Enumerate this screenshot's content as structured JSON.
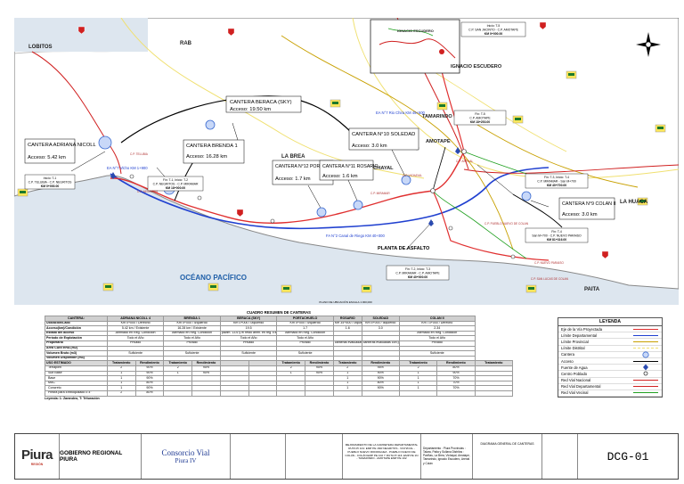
{
  "map": {
    "places": {
      "lobitos": "LOBITOS",
      "rab": "RAB",
      "ignacio": "IGNACIO ESCUDERO",
      "tamarindo": "TAMARINDO",
      "amotape": "AMOTAPE",
      "labrea": "LA BREA",
      "vichayal": "VICHAYAL",
      "lahuaca": "LA HUACA",
      "paita": "PAITA",
      "ocean": "OCÉANO PACÍFICO"
    },
    "quarries": [
      {
        "name": "CANTERA ADRIANA NICOLL",
        "access": "Acceso: 5.42 km"
      },
      {
        "name": "CANTERA BERACA (SKY)",
        "access": "Acceso: 19.50 km"
      },
      {
        "name": "CANTERA BRENDA 1",
        "access": "Acceso: 16.28 km"
      },
      {
        "name": "CANTERA N°12 PORTACHUELO",
        "access": "Acceso: 1.7 km"
      },
      {
        "name": "CANTERA N°11 ROSARIO",
        "access": "Acceso: 1.6 km"
      },
      {
        "name": "CANTERA N°10 SOLEDAD",
        "access": "Acceso: 3.0 km"
      },
      {
        "name": "CANTERA N°9 COLAN II",
        "access": "Acceso: 3.0 km"
      }
    ],
    "plant": "PLANTA DE ASFALTO",
    "section_labels": [
      {
        "l1": "Inicio: T-1",
        "l2": "C.P. TELUBIA - C.P. NEGRITOS",
        "km": "KM 0+000.00"
      },
      {
        "l1": "Fin: T-1, Inicio: T-2",
        "l2": "C.P. NEGRITOS - C.P. MIRAMAR",
        "km": "KM 18+000.00"
      },
      {
        "l1": "Inicio: T-5",
        "l2": "C.P. SAN JACINTO - C.P. AMOTAPE",
        "km": "KM 0+000.00"
      },
      {
        "l1": "Fin: T-5",
        "l2": "C.P. AMOTAPE",
        "km": "KM 18+253.00"
      },
      {
        "l1": "Fin: T-3, Inicio: T-4",
        "l2": "C.P. MIRAMAR - San M+700",
        "km": "KM 40+700.00"
      },
      {
        "l1": "Fin: T-4",
        "l2": "San M+700 - C.P. NUEVO PARAISO",
        "km": "KM 81+316.00"
      },
      {
        "l1": "Fin: T-2, Inicio: T-3",
        "l2": "C.P. MIRAMAR - C.P. AMOTAPE",
        "km": "KM 40+000.00"
      }
    ],
    "blue_labels": [
      "EA N°7 Rio Chira KM 45+500",
      "EA N°7 Vlcho KM 1+900",
      "FA N°2 Canal de Riego KM 40+000"
    ],
    "small_labels": [
      "C.P. NEGRITOS",
      "C.P. TELUBIA",
      "C.P. MIRAMAR",
      "C.P. VICHAYAL",
      "C.P. NUEVO PARAISO",
      "C.P. SAN LUCAS DE COLAN",
      "C.P. PUEBLO NUEVO DE COLAN",
      "C.P. ARENAL"
    ],
    "inset_note": "PLANO DE UBICACIÓN ESCALA 1:300,000",
    "ignacio_inset_label": "IGNACIO ESCUDERO"
  },
  "summary": {
    "title": "CUADRO RESUMEN DE CANTERAS",
    "columns": [
      "CANTERA:",
      "ADRIANA NICOLL 4",
      "BRENDA 1",
      "BERACA (SKY)",
      "PORTACHUELO",
      "ROSARIO",
      "SOLEDAD",
      "COLAN II"
    ],
    "rows": [
      {
        "label": "Ubicación/Lado",
        "cells": [
          "Km 0+000 / Derecho",
          "Km 0+000 / Izquierdo",
          "Km 0+000 / Izquierdo",
          "Km 0+000 / Izquierdo",
          "Km 34+400 / Izquierdo",
          "Km 5+000 / Izquierdo",
          "Km 73+000 / Derecho"
        ]
      },
      {
        "label": "Acceso(km)/Condición",
        "cells": [
          "5.42 km / Existente",
          "16.28 km / Existente",
          "19.5",
          "1.7",
          "1.6",
          "3.0",
          "2.34"
        ]
      },
      {
        "label": "Estado del acceso",
        "cells": [
          "Afirmado en Reg. Condición",
          "Afirmado en Reg. Condición",
          "pavim. 13.6 y el resto afirm. en reg. Estado",
          "Afirmado en Reg. Condición",
          "",
          "",
          "Afirmado en Reg. Condición"
        ]
      },
      {
        "label": "Período de Explotación",
        "cells": [
          "Todo el Año",
          "Todo el Año",
          "Todo el Año",
          "Todo el Año",
          "",
          "",
          "Todo el Año"
        ]
      },
      {
        "label": "Propietario",
        "cells": [
          "Privado",
          "Privado",
          "Privado",
          "Privado",
          "canteras evaluadas con problemas legales",
          "canteras evaluadas con problemas legales",
          "Privado"
        ]
      },
      {
        "label": "Área CANTERA (m2)",
        "cells": [
          "",
          "",
          "",
          "",
          "",
          "",
          ""
        ]
      },
      {
        "label": "Volumen Bruto (m3)",
        "cells": [
          "Suficiente",
          "Suficiente",
          "Suficiente",
          "Suficiente",
          "",
          "",
          "Suficiente"
        ]
      },
      {
        "label": "Volumen Disponible (m3)",
        "cells": [
          "",
          "",
          "",
          "",
          "",
          "",
          ""
        ]
      }
    ],
    "uso_label": "USO ESTIMADO",
    "tr_label": "Tratamiento",
    "rend_label": "Rendimiento",
    "uses": [
      {
        "label": "Terraplen",
        "vals": [
          "2",
          "90%",
          "2",
          "95%",
          "2",
          "95%",
          "2",
          "95%",
          "2",
          "80%"
        ]
      },
      {
        "label": "Sub Base",
        "vals": [
          "1",
          "90%",
          "1",
          "90%",
          "1",
          "90%",
          "1",
          "90%",
          "1",
          "90%"
        ]
      },
      {
        "label": "Base",
        "vals": [
          "1",
          "90%",
          "",
          "",
          "",
          "",
          "1",
          "90%",
          "1",
          "70%"
        ]
      },
      {
        "label": "MAC",
        "vals": [
          "1",
          "80%",
          "",
          "",
          "",
          "",
          "1",
          "80%",
          "1",
          "70%"
        ]
      },
      {
        "label": "Concreto",
        "vals": [
          "1",
          "90%",
          "",
          "",
          "",
          "",
          "1",
          "90%",
          "1",
          "70%"
        ]
      },
      {
        "label": "Piedra para Emboquillado ó 4\"",
        "vals": [
          "2",
          "80%",
          "",
          "",
          "",
          "",
          "",
          "",
          "",
          ""
        ]
      }
    ],
    "note": "Leyenda: 1: Zarandeo, T: Trituración"
  },
  "legend": {
    "title": "LEYENDA",
    "items": [
      {
        "label": "Eje de la Vía Proyectada",
        "color": "#e03030"
      },
      {
        "label": "Límite Departamental",
        "color": "#2040d0"
      },
      {
        "label": "Límite Provincial",
        "color": "#c8a000"
      },
      {
        "label": "Límite Distrital",
        "color": "#f0e070"
      },
      {
        "label": "Cantera",
        "color": "#3a6ad0"
      },
      {
        "label": "Acceso",
        "color": "#000000"
      },
      {
        "label": "Fuente de Agua",
        "color": "#2a4ab0"
      },
      {
        "label": "Centro Poblado",
        "color": "#333333"
      },
      {
        "label": "Red Vial Nacional",
        "color": "#d02020"
      },
      {
        "label": "Red Vial Departamental",
        "color": "#d02020"
      },
      {
        "label": "Red Vial Vecinal",
        "color": "#20a020"
      }
    ]
  },
  "titleblock": {
    "logo": "Piura",
    "logo_sub": "REGIÓN",
    "gobierno": "GOBIERNO REGIONAL PIURA",
    "consorcio1": "Consorcio Vial",
    "consorcio2": "Piura IV",
    "project": "MEJORAMIENTO DE LA CARRETERA DEPARTAMENTAL RUTA PI 101: EMP PE 1NR NEGRITOS - VICHAYAL - PUEBLO NUEVO RODRIGUEZ - PUEBLO NUEVO DE COLÁN - COLÁN EMP PE 102 Y RUTA PI 116: EMP PE 1N - TAMARINDO - AMOTAPE EMP PE 102",
    "location": "Departamento : Piura  Provincias : Talara, Paita y Sullana  Distritos : Pariñas, La Brea, Vichayal, Amotape, Tamarindo, Ignacio Escudero, Arenal y Colán",
    "sheet_title": "DIAGRAMA GENERAL DE CANTERAS",
    "sheet_no": "DCG-01"
  }
}
